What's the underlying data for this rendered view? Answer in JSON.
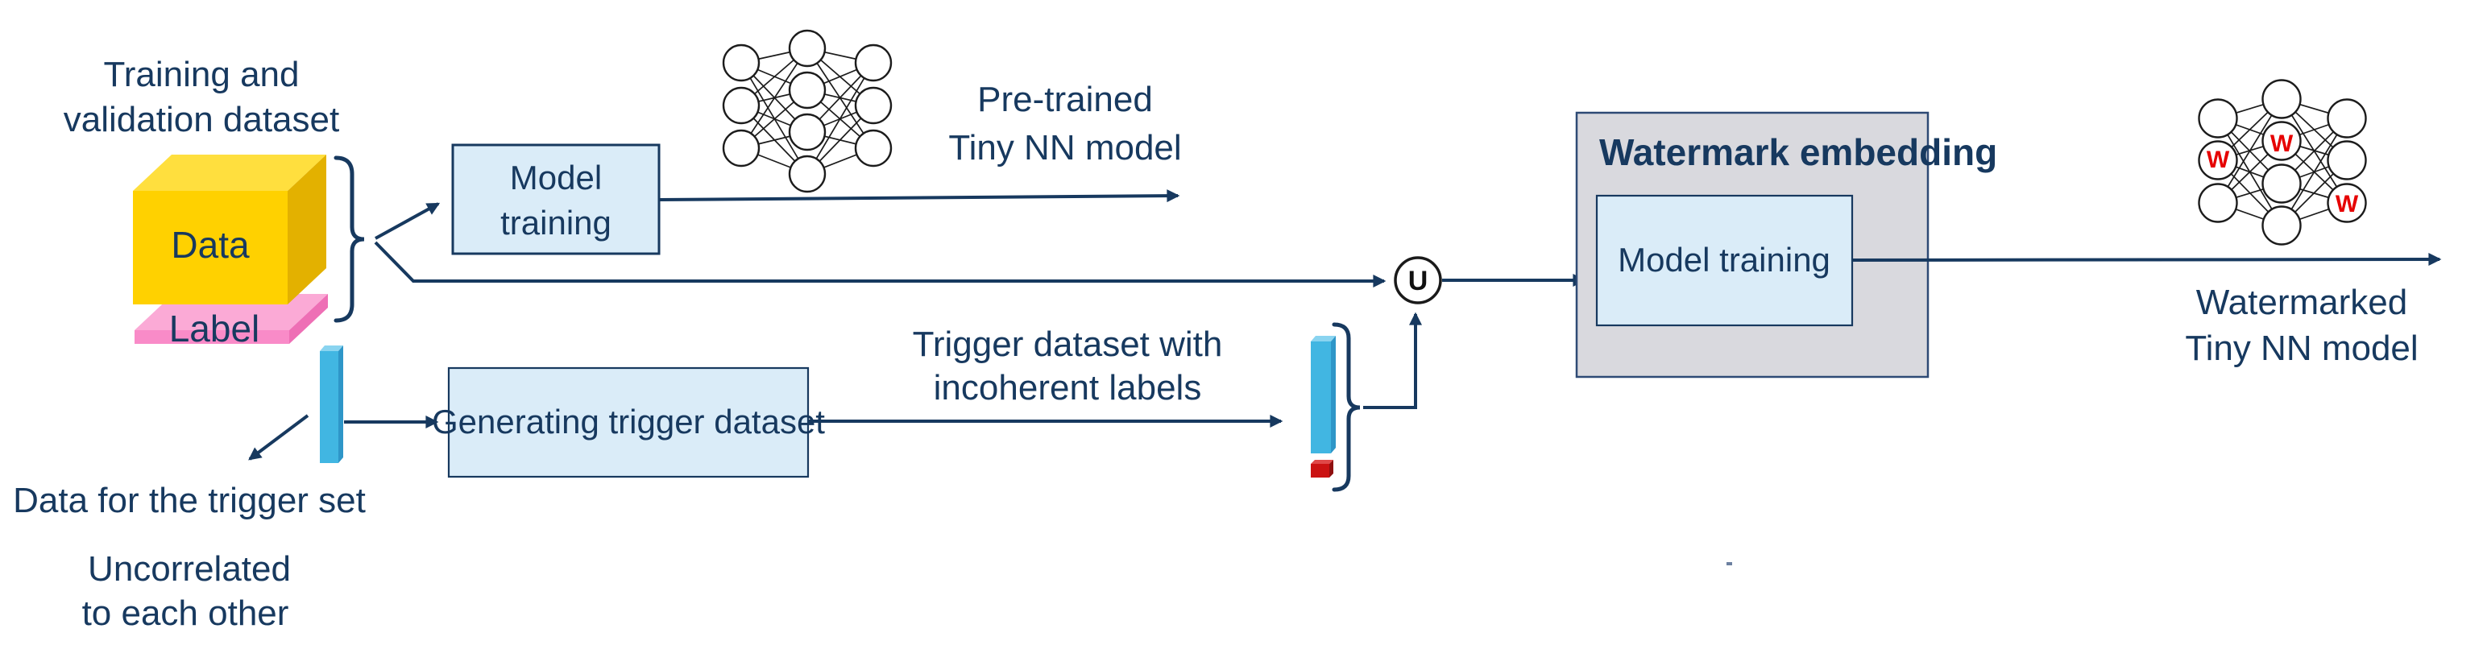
{
  "diagram": {
    "dataset_label": {
      "line1": "Training and",
      "line2": "validation dataset"
    },
    "data_cube_label": "Data",
    "label_slab_label": "Label",
    "model_training_box": {
      "line1": "Model",
      "line2": "training"
    },
    "pretrained_label": {
      "line1": "Pre-trained",
      "line2": "Tiny NN model"
    },
    "union_symbol": "U",
    "watermark_panel": {
      "title": "Watermark embedding",
      "box_label": "Model training"
    },
    "watermarked_label": {
      "line1": "Watermarked",
      "line2": "Tiny NN model"
    },
    "generating_box_label": "Generating trigger dataset",
    "trigger_label": {
      "line1": "Trigger dataset with",
      "line2": "incoherent labels"
    },
    "trigger_data_label": "Data for the trigger set",
    "uncorrelated_label": {
      "line1": "Uncorrelated",
      "line2": "to each other"
    },
    "watermark_letter": "W"
  },
  "colors": {
    "text_navy": "#17395f",
    "arrow_navy": "#17395f",
    "box_fill": "#daecf8",
    "panel_fill": "#d9d9de",
    "cube_front": "#ffd100",
    "cube_top": "#ffdf3e",
    "cube_side": "#e3b100",
    "slab_front": "#f98bc8",
    "slab_top": "#fbaad6",
    "slab_side": "#ee6fb5",
    "bar_blue": "#41b6e2",
    "bar_blue_top": "#8ad4f0",
    "bar_blue_side": "#2e96c8",
    "bar_red": "#cb1212",
    "bar_red_top": "#e04848",
    "bar_red_side": "#8f0f0f",
    "w_red": "#e60000"
  }
}
